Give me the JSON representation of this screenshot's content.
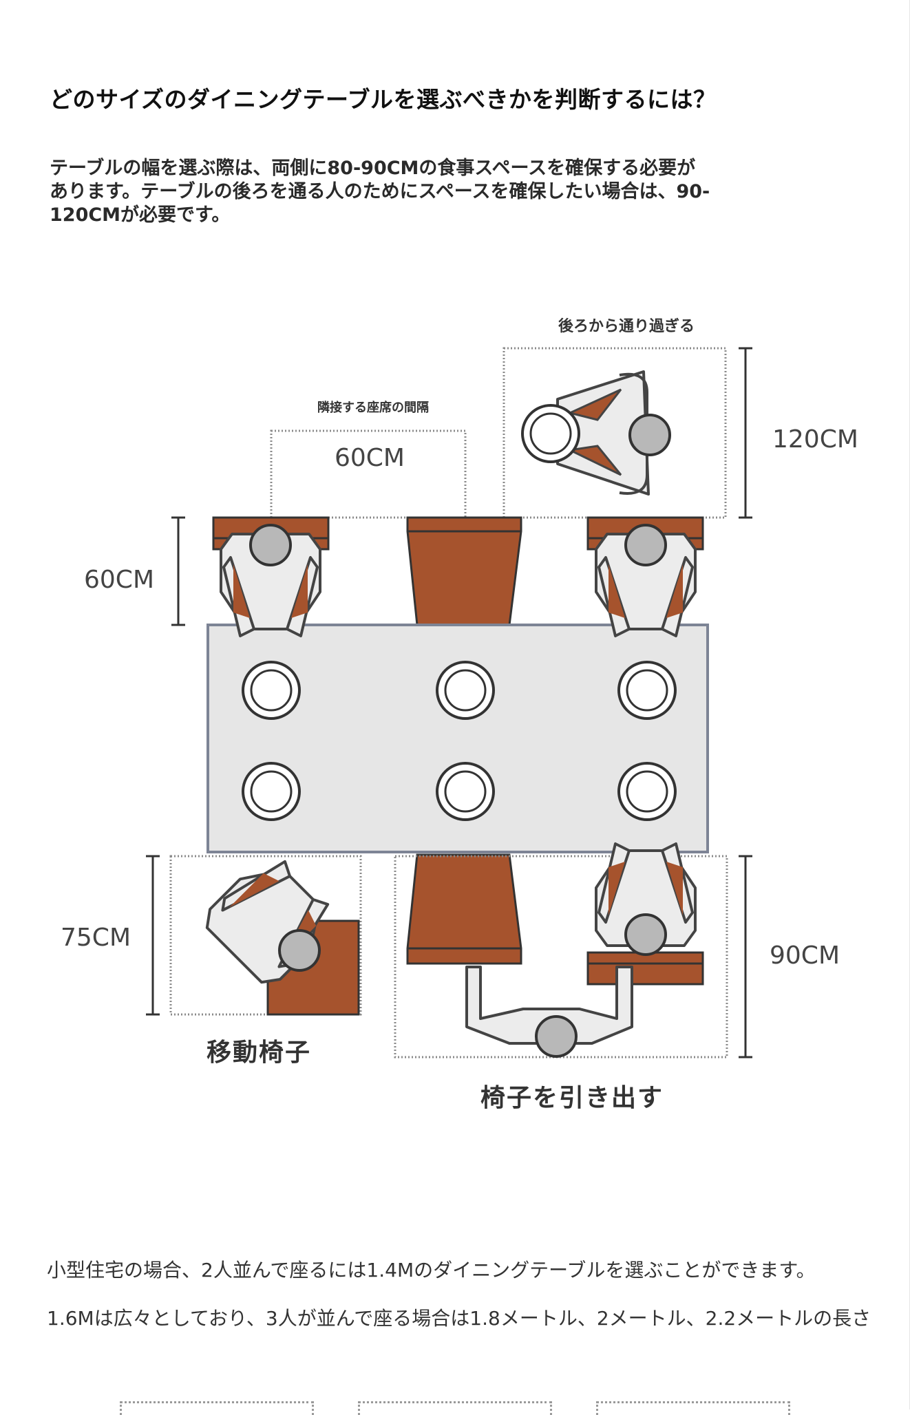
{
  "heading": "どのサイズのダイニングテーブルを選ぶべきかを判断するには？",
  "intro": "テーブルの幅を選ぶ際は、両側に80-90CMの食事スペースを確保する必要があります。テーブルの後ろを通る人のためにスペースを確保したい場合は、90-120CMが必要です。",
  "diagram": {
    "label_pass_behind": "後ろから通り過ぎる",
    "label_adjacent_gap": "隣接する座席の間隔",
    "dim_60_top": "60CM",
    "dim_120": "120CM",
    "dim_60_side": "60CM",
    "dim_75": "75CM",
    "dim_90": "90CM",
    "label_move_chair": "移動椅子",
    "label_pull_chair": "椅子を引き出す"
  },
  "paragraphs": {
    "p1": "小型住宅の場合、2人並んで座るには1.4Mのダイニングテーブルを選ぶことができます。",
    "p2": "1.6Mは広々としており、3人が並んで座る場合は1.8メートル、2メートル、2.2メートルの長さ"
  },
  "colors": {
    "chair_wood": "#a6532d",
    "table_fill": "#e6e6e6",
    "table_border": "#7d8495",
    "person_fill": "#ececec",
    "head_fill": "#b8b8b8"
  }
}
